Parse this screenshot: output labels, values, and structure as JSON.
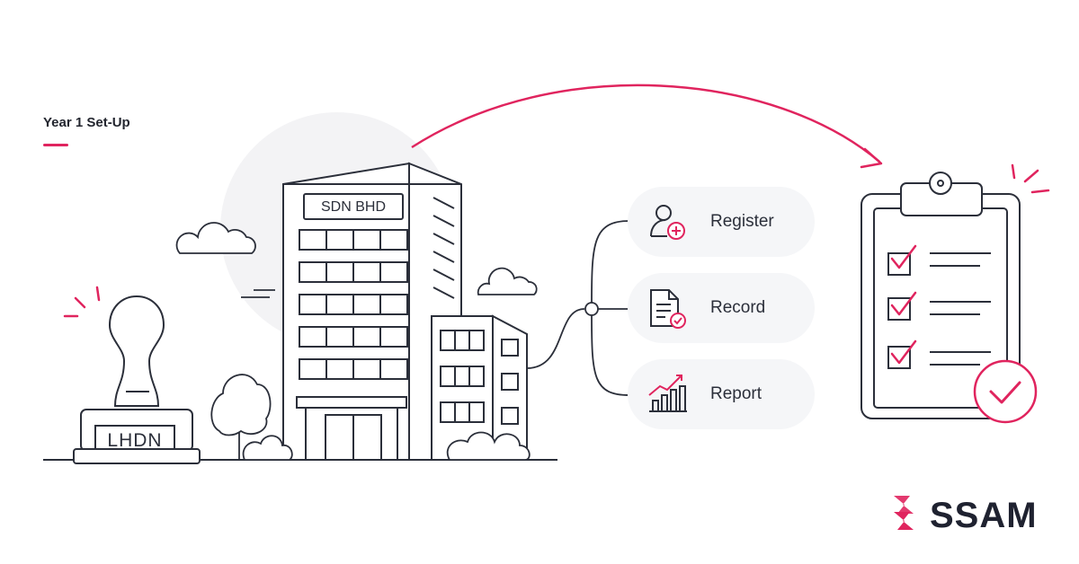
{
  "header": {
    "title": "Year 1 Set-Up"
  },
  "building": {
    "sign": "SDN BHD"
  },
  "stamp": {
    "label": "LHDN"
  },
  "steps": [
    {
      "label": "Register",
      "icon": "user-add-icon"
    },
    {
      "label": "Record",
      "icon": "document-check-icon"
    },
    {
      "label": "Report",
      "icon": "growth-chart-icon"
    }
  ],
  "brand": {
    "name": "SSAM"
  },
  "colors": {
    "accent": "#e0245e",
    "ink": "#2b2f3a",
    "pill": "#f5f6f8",
    "halo": "#f3f3f5"
  }
}
